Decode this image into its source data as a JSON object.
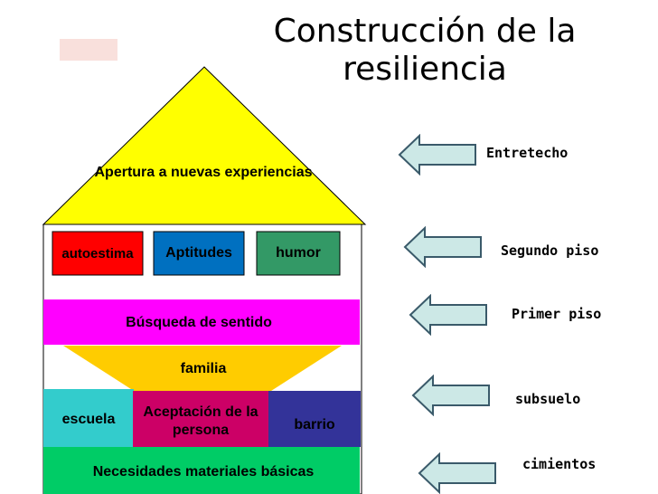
{
  "title": "Construcción de la resiliencia",
  "house": {
    "roof": "Apertura a nuevas experiencias",
    "second_floor": [
      "autoestima",
      "Aptitudes",
      "humor"
    ],
    "first_floor": "Búsqueda de sentido",
    "subfloor_center": "familia",
    "subfloor": [
      "escuela",
      "Aceptación de la persona",
      "barrio"
    ],
    "foundation": "Necesidades materiales básicas"
  },
  "levels": [
    "Entretecho",
    "Segundo piso",
    "Primer piso",
    "subsuelo",
    "cimientos"
  ],
  "colors": {
    "roof": "#ffff00",
    "autoestima": "#ff0000",
    "aptitudes": "#0070c0",
    "humor": "#339966",
    "first_floor": "#ff00ff",
    "familia": "#ffcc00",
    "escuela": "#33cccc",
    "aceptacion": "#cc0066",
    "barrio": "#333399",
    "foundation": "#00cc66",
    "arrow_fill": "#cce8e6",
    "arrow_stroke": "#3a5a6a"
  }
}
